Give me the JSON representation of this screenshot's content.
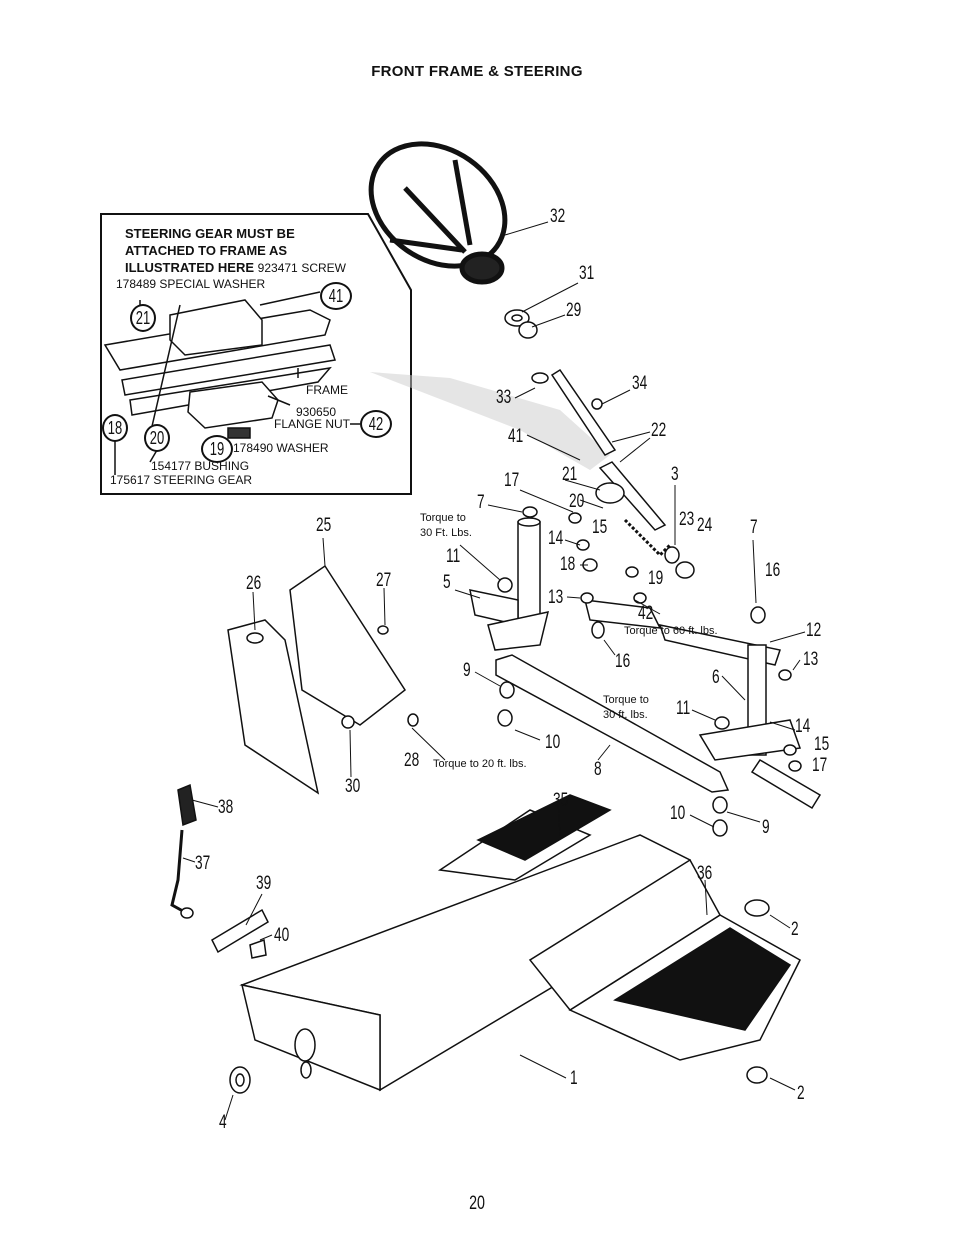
{
  "title": "FRONT FRAME & STEERING",
  "page_number": "20",
  "inset": {
    "note": [
      "STEERING GEAR MUST BE",
      "ATTACHED TO FRAME AS",
      "ILLUSTRATED HERE"
    ],
    "screw_pn": "923471",
    "screw": "SCREW",
    "washer_special": "178489  SPECIAL WASHER",
    "frame": "FRAME",
    "flange_nut_pn": "930650",
    "flange_nut": "FLANGE NUT",
    "washer": "178490   WASHER",
    "bushing": "154177 BUSHING",
    "steering_gear": "175617   STEERING GEAR",
    "callouts": [
      "41",
      "21",
      "18",
      "20",
      "19",
      "42"
    ]
  },
  "torque": {
    "t30a": [
      "Torque to",
      "30 Ft. Lbs."
    ],
    "t60": "Torque to 60 ft. lbs.",
    "t30b": [
      "Torque to",
      "30 ft. lbs."
    ],
    "t20": "Torque to 20 ft. lbs."
  },
  "parts": {
    "p32": "32",
    "p31": "31",
    "p29": "29",
    "p34": "34",
    "p33": "33",
    "p41": "41",
    "p22": "22",
    "p21": "21",
    "p17a": "17",
    "p3": "3",
    "p20": "20",
    "p7a": "7",
    "p15a": "15",
    "p23": "23",
    "p24": "24",
    "p7b": "7",
    "p14a": "14",
    "p18": "18",
    "p19": "19",
    "p16a": "16",
    "p11a": "11",
    "p5": "5",
    "p13a": "13",
    "p42": "42",
    "p12": "12",
    "p16b": "16",
    "p13b": "13",
    "p25": "25",
    "p26": "26",
    "p27": "27",
    "p9a": "9",
    "p6": "6",
    "p11b": "11",
    "p14b": "14",
    "p15b": "15",
    "p17b": "17",
    "p10a": "10",
    "p28": "28",
    "p30": "30",
    "p8": "8",
    "p38": "38",
    "p35": "35",
    "p10b": "10",
    "p9b": "9",
    "p37": "37",
    "p39": "39",
    "p36": "36",
    "p40": "40",
    "p2a": "2",
    "p1": "1",
    "p2b": "2",
    "p4": "4"
  }
}
